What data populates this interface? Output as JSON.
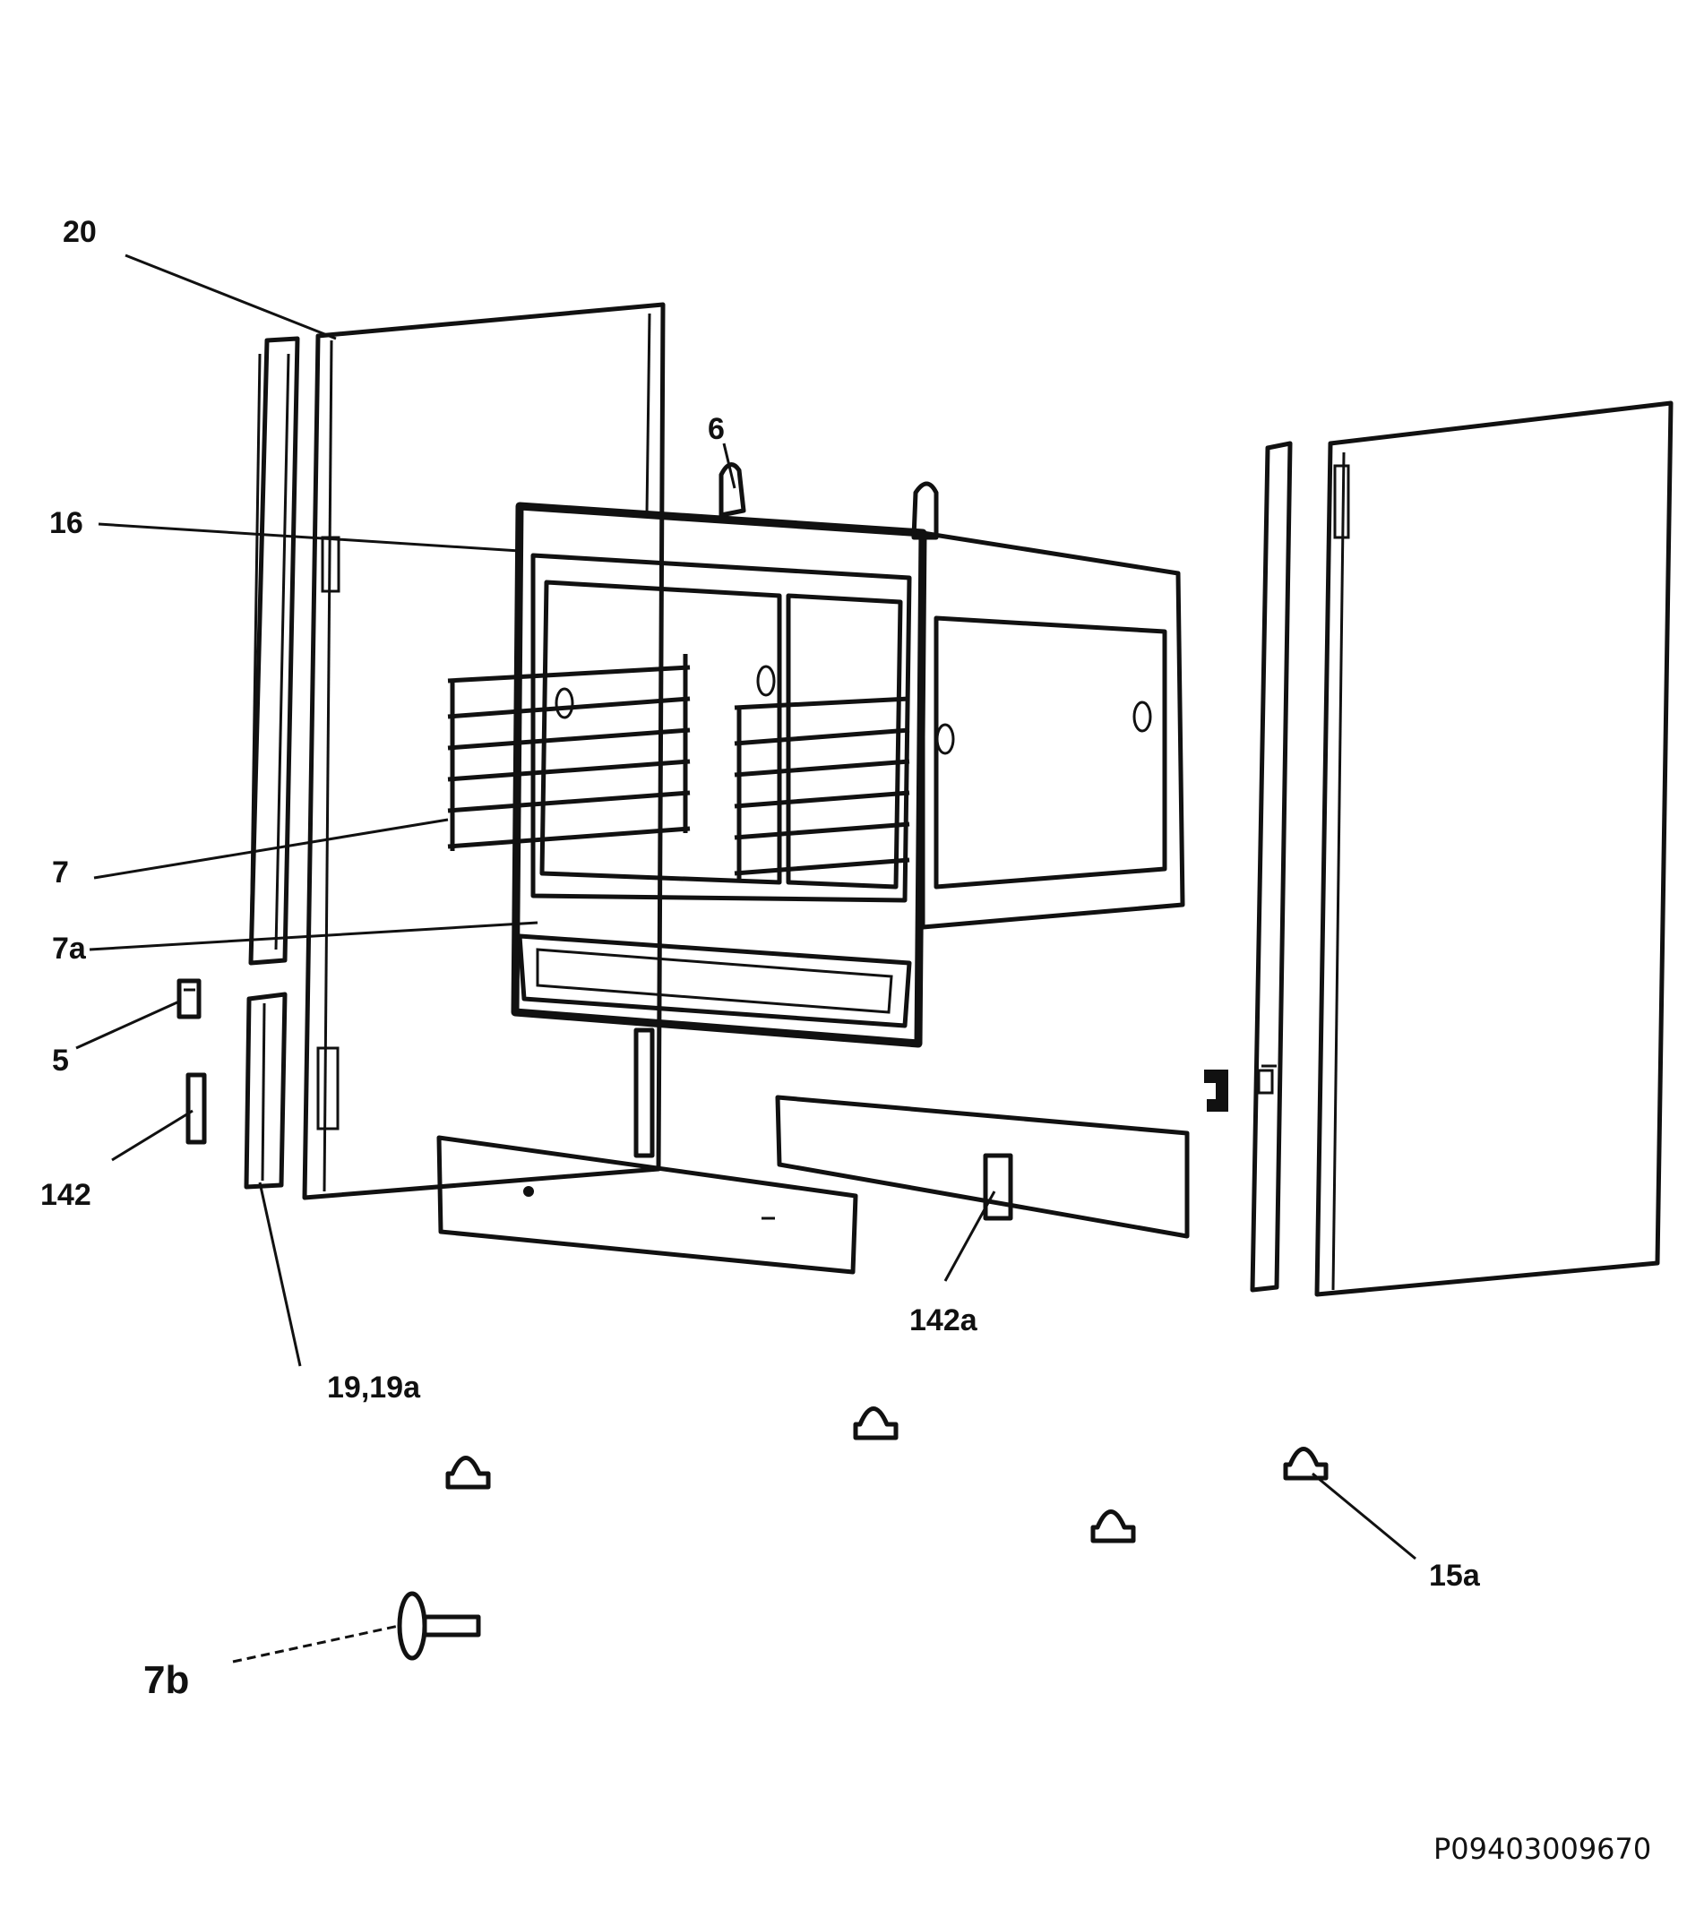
{
  "diagram": {
    "callouts": {
      "c20": "20",
      "c16": "16",
      "c6": "6",
      "c7": "7",
      "c7a": "7a",
      "c5": "5",
      "c142": "142",
      "c19": "19,19a",
      "c142a": "142a",
      "c15a": "15a",
      "c7b": "7b"
    },
    "document_id": "P09403009670"
  }
}
